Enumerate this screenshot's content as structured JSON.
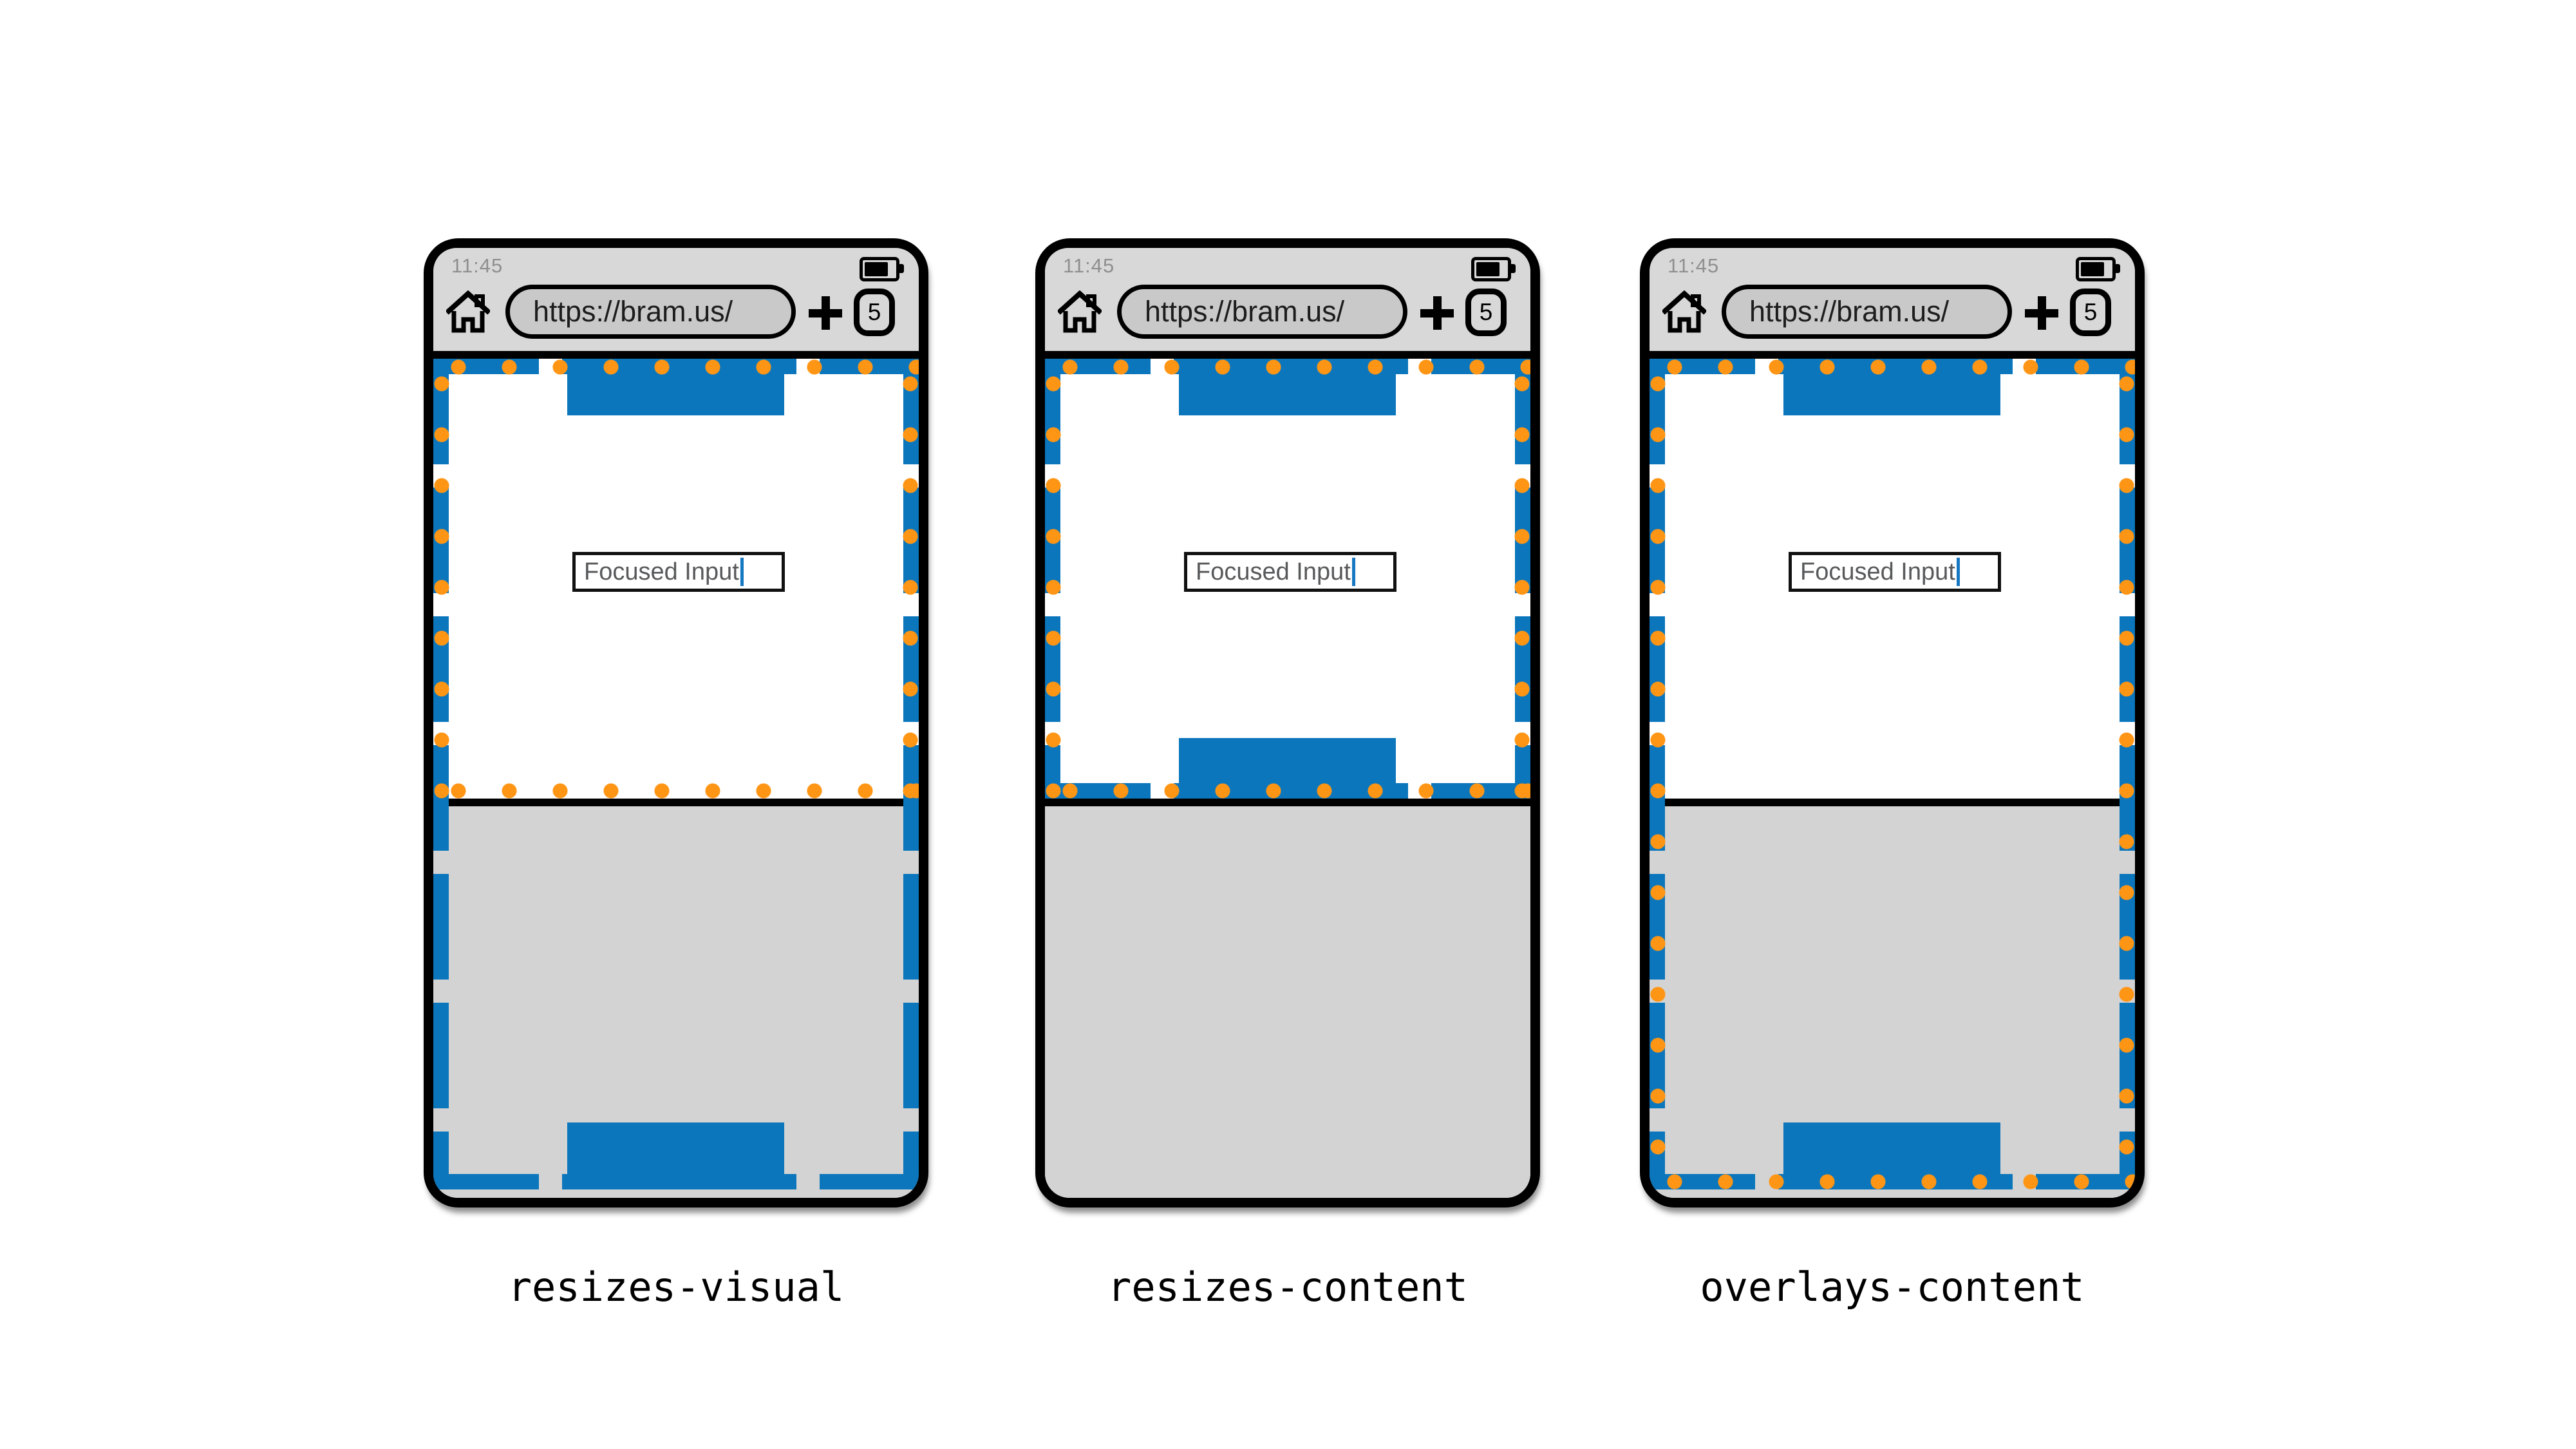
{
  "colors": {
    "layout_viewport_blue": "#0b76bc",
    "visual_viewport_orange": "#ff9514",
    "keyboard_gray": "#d3d3d3",
    "chrome_gray": "#d8d8d8",
    "urlbar_gray": "#c9c9c9",
    "caret_blue": "#1778c2"
  },
  "chrome": {
    "status_time": "11:45",
    "battery_icon": "battery-full-icon",
    "home_icon": "home-icon",
    "url": "https://bram.us/",
    "new_tab_icon": "plus-icon",
    "tab_count": "5"
  },
  "page_content": {
    "input_value": "Focused Input"
  },
  "phones": [
    {
      "label": "resizes-visual"
    },
    {
      "label": "resizes-content"
    },
    {
      "label": "overlays-content"
    }
  ]
}
